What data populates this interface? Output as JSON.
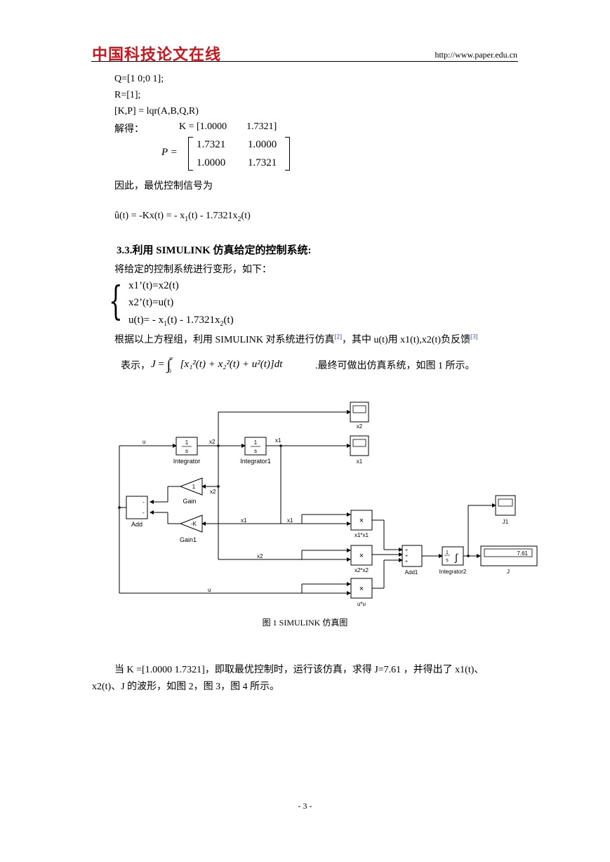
{
  "header": {
    "logo_text": "中国科技论文在线",
    "url": "http://www.paper.edu.cn"
  },
  "code": {
    "line1": "Q=[1 0;0 1];",
    "line2": "R=[1];",
    "line3": "[K,P] = lqr(A,B,Q,R)"
  },
  "result": {
    "label": "解得：",
    "k_value": "K = [1.0000        1.7321]",
    "p_symbol": "P =",
    "matrix": [
      [
        "1.7321",
        "1.0000"
      ],
      [
        "1.0000",
        "1.7321"
      ]
    ]
  },
  "text": {
    "therefore": "因此，最优控制信号为",
    "control_eq_pre": "û(t) = -Kx(t) = - x",
    "control_eq_mid": "(t) - 1.7321x",
    "control_eq_post": "(t)",
    "sub1": "1",
    "sub2": "2",
    "section_title": "3.3.利用 SIMULINK 仿真给定的控制系统:",
    "transform_intro": "将给定的控制系统进行变形，如下：",
    "eq1": "x1’(t)=x2(t)",
    "eq2": "x2’(t)=u(t)",
    "eq3_pre": "u(t)= - x",
    "eq3_mid": "(t) - 1.7321x",
    "eq3_post": "(t)",
    "para1_a": "根据以上方程组，利用 SIMULINK 对系统进行仿真",
    "ref2": "[2]",
    "para1_b": "，其中 u(t)用 x1(t),x2(t)负反馈",
    "ref3": "[3]",
    "para2_a": "表示，",
    "para2_b": ".最终可做出仿真系统，如图 1 所示。",
    "figure_caption": "图 1    SIMULINK 仿真图",
    "para3_a": "当 K =[1.0000    1.7321]，即取最优控制时，运行该仿真，求得 J=7.61 ，并得出了 x1(t)、",
    "para3_b": "x2(t)、J 的波形，如图 2，图 3，图 4 所示。",
    "page_number": "- 3 -"
  },
  "formula_J": {
    "J": "J",
    "eq": "=",
    "upper": "∞",
    "lower": "0",
    "body": "[x₁²(t) + x₂²(t) + u²(t)]dt"
  },
  "diagram": {
    "blocks": {
      "integrator": "Integrator",
      "integrator1": "Integrator1",
      "gain": "Gain",
      "gain1": "Gain1",
      "add": "Add",
      "add1": "Add1",
      "integrator2": "Integrator2",
      "scope_x2": "x2",
      "scope_x1": "x1",
      "scope_j1": "J1",
      "display_j": "J",
      "prod1": "x1*x1",
      "prod2": "x2*x2",
      "prod3": "u*u"
    },
    "signals": {
      "u": "u",
      "x2": "x2",
      "x1": "x1"
    },
    "gain_value": "1",
    "gain1_value": "K",
    "integrator_num": "1",
    "integrator_den": "s",
    "display_value": "7.61",
    "minus": "-",
    "plus": "+",
    "times": "×"
  }
}
